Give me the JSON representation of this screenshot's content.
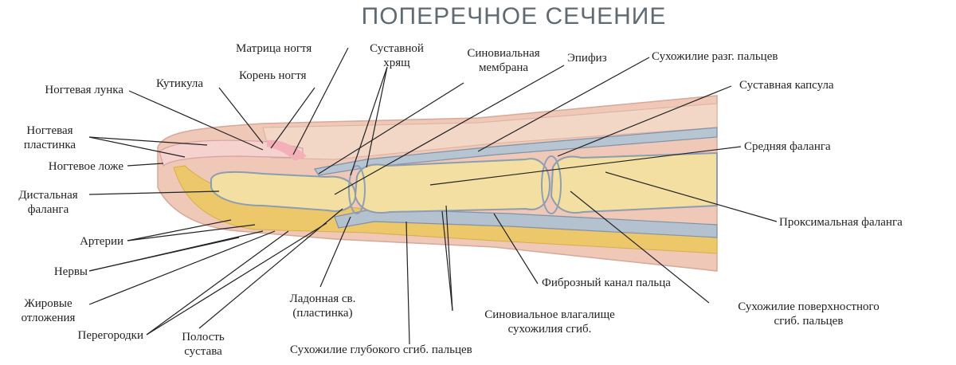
{
  "title": "ПОПЕРЕЧНОЕ СЕЧЕНИЕ",
  "colors": {
    "skin": "#efc8b8",
    "bone": "#f3dfa2",
    "fat": "#edc86a",
    "tendon": "#98a9bd",
    "nail": "#f4b0b8"
  },
  "labels": {
    "nail_fold": "Ногтевая лунка",
    "nail_plate": "Ногтевая\nпластинка",
    "nail_bed": "Ногтевое ложе",
    "distal_phalanx": "Дистальная\nфаланга",
    "arteries": "Артерии",
    "nerves": "Нервы",
    "fat_deposits": "Жировые\nотложения",
    "septa": "Перегородки",
    "cuticle": "Кутикула",
    "nail_matrix": "Матрица ногтя",
    "nail_root": "Корень ногтя",
    "articular_cartilage": "Суставной\nхрящ",
    "synovial_membrane": "Синовиальная\nмембрана",
    "epiphysis": "Эпифиз",
    "extensor_tendon": "Сухожилие разг. пальцев",
    "joint_capsule": "Суставная капсула",
    "middle_phalanx": "Средняя фаланга",
    "proximal_phalanx": "Проксимальная фаланга",
    "fibrous_canal": "Фиброзный канал пальца",
    "superficial_flexor": "Сухожилие поверхностного\nсгиб. пальцев",
    "synovial_sheath": "Синовиальное влагалище\nсухожилия сгиб.",
    "deep_flexor": "Сухожилие глубокого сгиб. пальцев",
    "palmar_plate": "Ладонная св.\n(пластинка)",
    "joint_cavity": "Полость\nсустава"
  }
}
